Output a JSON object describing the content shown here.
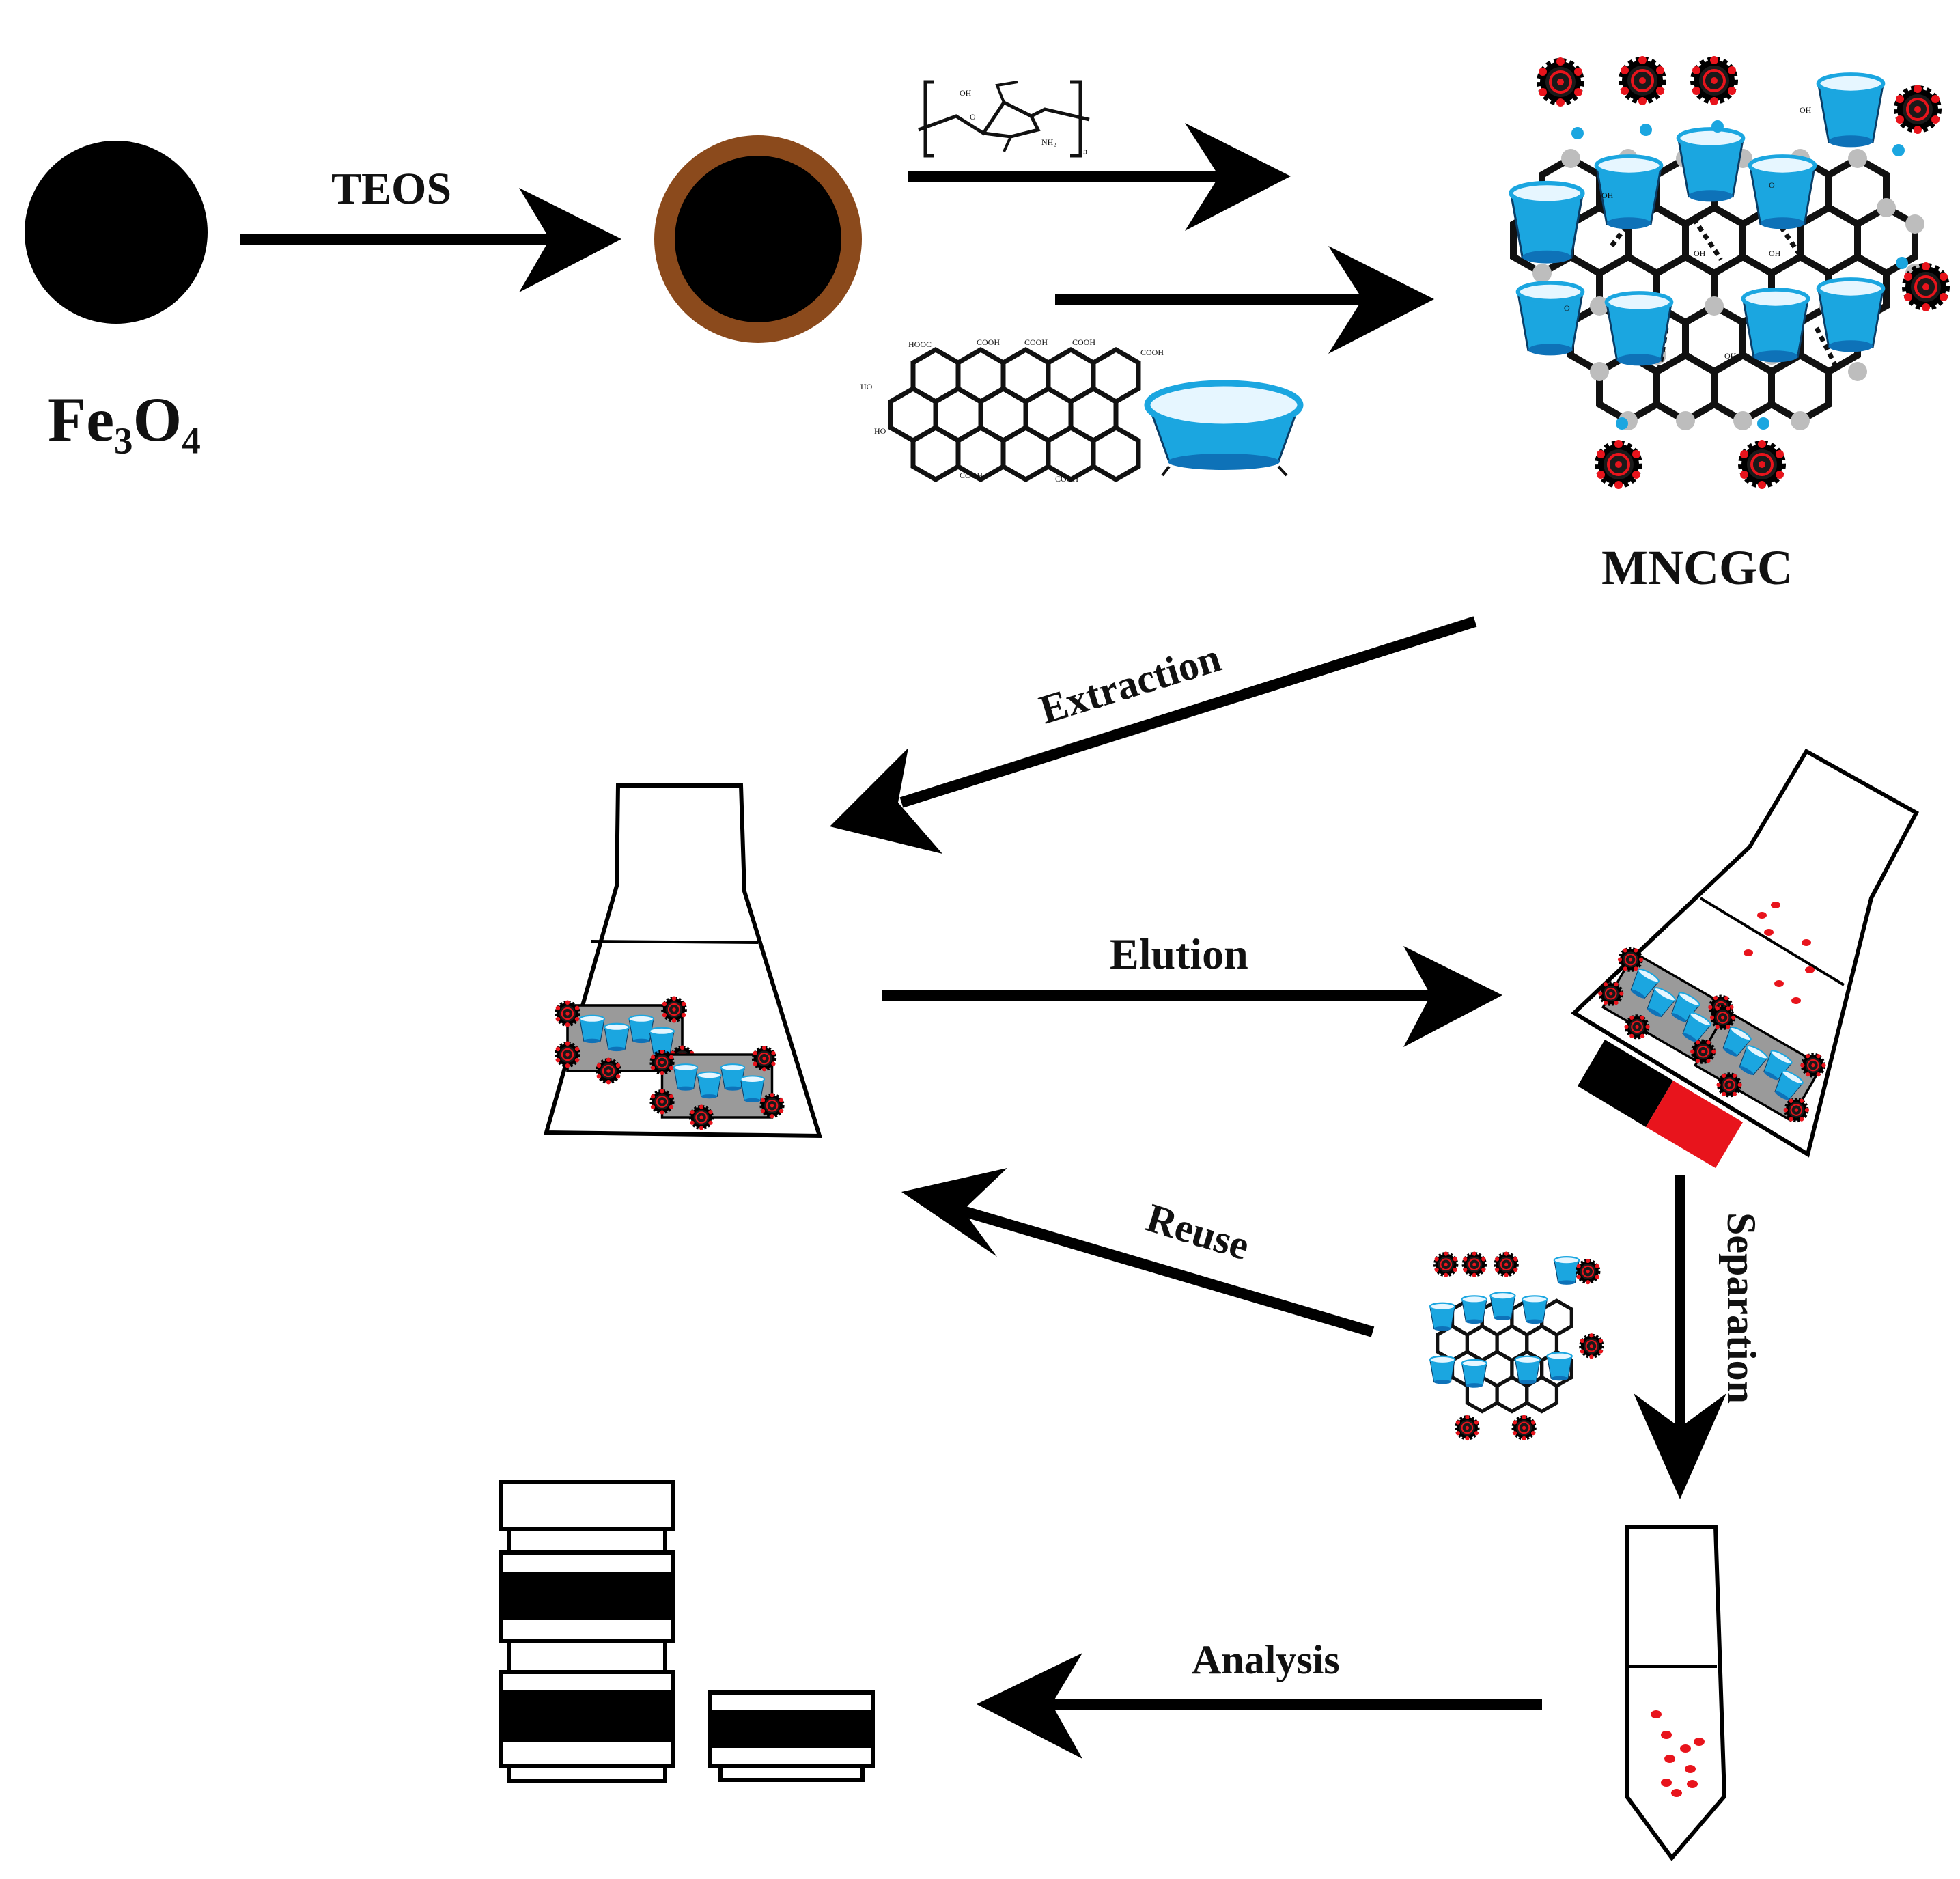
{
  "labels": {
    "fe3o4": "Fe₃O₄",
    "teos": "TEOS",
    "mncgc": "MNCGC",
    "extraction": "Extraction",
    "elution": "Elution",
    "reuse": "Reuse",
    "separation": "Separation",
    "analysis": "Analysis"
  },
  "chem": {
    "cooh": "COOH",
    "hooc": "HOOC",
    "ho": "HO",
    "oh": "OH",
    "o": "O",
    "nh2": "NH₂",
    "n": "n"
  },
  "colors": {
    "core": "#000000",
    "shell": "#8B4A1C",
    "cyclodextrin": "#1BA6E0",
    "cyclodextrin_dark": "#0E72B8",
    "analyte": "#E8141C",
    "node_gray": "#BDBDBD",
    "magnet_black": "#000000",
    "magnet_red": "#E8141C"
  }
}
